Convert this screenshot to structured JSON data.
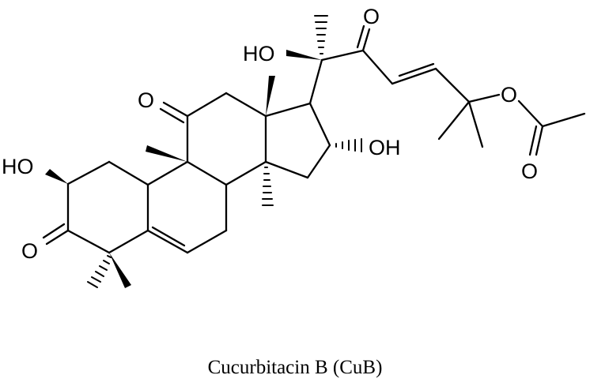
{
  "caption": "Cucurbitacin B (CuB)",
  "atom_labels": {
    "o_c11_ketone": "O",
    "ho_c2": "HO",
    "o_c3_ketone": "O",
    "ho_c20": "HO",
    "o_c22_ketone": "O",
    "oh_c16": "OH",
    "o_ester": "O",
    "o_acetyl_carbonyl": "O"
  }
}
